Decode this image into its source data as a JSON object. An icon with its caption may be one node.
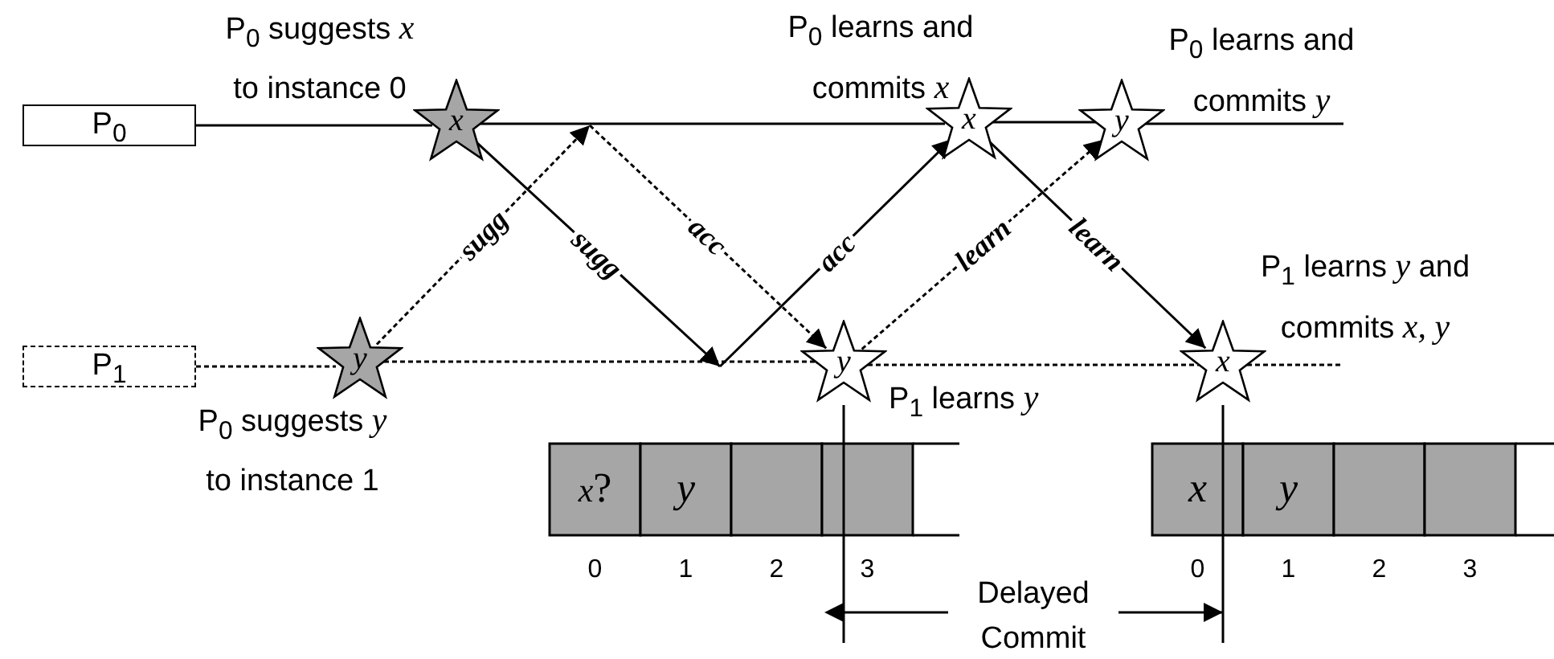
{
  "diagram": {
    "nodes": [
      {
        "text": [
          "P$_{0}$"
        ]
      },
      {
        "text": [
          "P$_{1}$"
        ]
      },
      {
        "text": [
          "x"
        ],
        "beside": [
          "P$_{0}$ suggests *x* to instance 0"
        ]
      },
      {
        "text": [
          "y"
        ],
        "beside": [
          "P$_{0}$ suggests *y* to instance 1"
        ]
      },
      {
        "text": [
          "x"
        ],
        "beside": [
          "P$_{0}$ learns and commits *x*"
        ]
      },
      {
        "text": [
          "y"
        ],
        "beside": [
          "P$_{0}$ learns and commits *y*"
        ]
      },
      {
        "text": [
          "y"
        ],
        "beside": [
          "P$_{1}$ learns *y*"
        ]
      },
      {
        "text": [
          "x"
        ],
        "beside": [
          "P$_{1}$ learns *y* and commits *x, y*"
        ]
      }
    ],
    "edges": [
      {
        "from": 0,
        "to": 2,
        "arrow": "none"
      },
      {
        "from": 2,
        "to": 4,
        "arrow": "none"
      },
      {
        "from": 4,
        "to": 5,
        "arrow": "none"
      },
      {
        "from": 5,
        "to": null,
        "arrow": "none"
      },
      {
        "from": 1,
        "to": 3,
        "arrow": "none",
        "style": "dashed"
      },
      {
        "from": 3,
        "to": 6,
        "arrow": "none",
        "style": "dashed"
      },
      {
        "from": 6,
        "to": 7,
        "arrow": "none",
        "style": "dashed"
      },
      {
        "from": 7,
        "to": null,
        "arrow": "none",
        "style": "dashed"
      },
      {
        "from": 3,
        "to": null,
        "arrow": "to",
        "label": "sugg",
        "style": "dashed"
      },
      {
        "from": 2,
        "to": null,
        "arrow": "to",
        "label": "sugg"
      },
      {
        "from": null,
        "to": 6,
        "arrow": "to",
        "label": "acc",
        "style": "dashed"
      },
      {
        "from": null,
        "to": 4,
        "arrow": "to",
        "label": "acc"
      },
      {
        "from": 6,
        "to": 5,
        "arrow": "to",
        "label": "learn",
        "style": "dashed"
      },
      {
        "from": 4,
        "to": 7,
        "arrow": "to",
        "label": "learn"
      }
    ],
    "labels": [
      "*x*?",
      "y",
      "x",
      "y",
      "0",
      "1",
      "2",
      "3",
      "0",
      "1",
      "2",
      "3",
      "Delayed Commit"
    ]
  }
}
